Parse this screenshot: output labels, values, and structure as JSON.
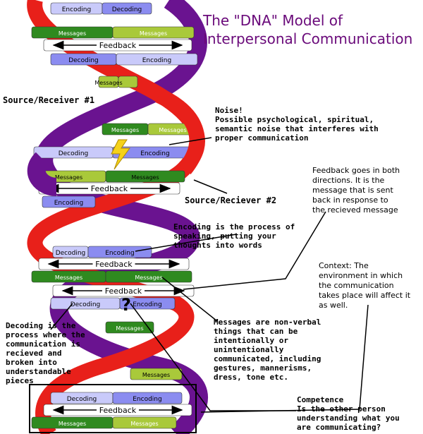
{
  "title": {
    "line1": "The \"DNA\" Model of",
    "line2": "Interpersonal Communication"
  },
  "rung_labels": {
    "encoding": "Encoding",
    "decoding": "Decoding",
    "messages": "Messages",
    "feedback": "Feedback"
  },
  "labels": {
    "source_receiver_1": "Source/Receiver #1",
    "source_receiver_2": "Source/Reciever #2",
    "noise": "Noise!\nPossible psychological, spiritual,\nsemantic noise that interferes with\nproper communication",
    "feedback_note": "Feedback goes in both\ndirections. It is the\nmessage that is sent\nback in response to\nthe recieved message",
    "encoding_note": "Encoding is the process of\nspeaking, putting your\nthoughts into words",
    "context_note": "Context: The\nenvironment in which\nthe communication\ntakes place will affect it\nas well.",
    "decoding_note": "Decoding is the\nprocess where the\ncommunication is\nrecieved and\nbroken into\nunderstandable\npieces",
    "messages_note": "Messages are non-verbal\nthings that can be\nintentionally or\nunintentionally\ncommunicated, including\ngestures, mannerisms,\ndress, tone etc.",
    "competence_note": "Competence\nIs the other person\nunderstanding what you\nare communicating?",
    "question_mark": "?"
  },
  "colors": {
    "red_strand": "#e8201a",
    "purple_strand": "#6a1390",
    "green": "#2f8a1f",
    "light_green": "#a9c93a",
    "blue": "#8b8cf0",
    "light_blue": "#c9cafa",
    "title": "#6a0a7a"
  }
}
